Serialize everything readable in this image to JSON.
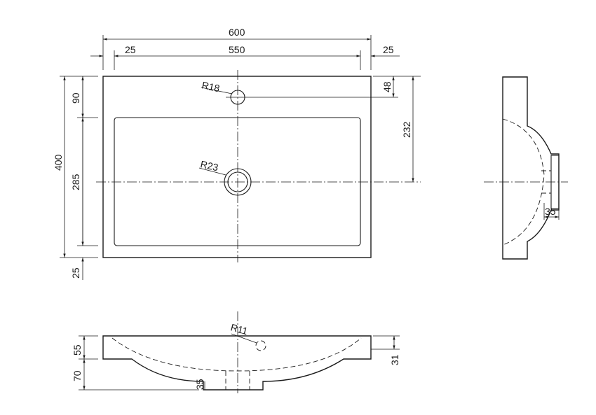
{
  "top_view": {
    "width_overall": "600",
    "width_inner": "550",
    "margin_left": "25",
    "margin_right": "25",
    "height_overall": "400",
    "tap_offset": "90",
    "bowl_depth": "285",
    "front_margin": "25",
    "tap_hole_radius": "R18",
    "drain_radius": "R23",
    "tap_to_rim": "48",
    "drain_to_back": "232"
  },
  "side_view": {
    "outlet_length": "35"
  },
  "front_view": {
    "rim_thickness": "55",
    "bowl_below_rim": "70",
    "overflow_radius": "R11",
    "overflow_height": "31",
    "outlet_height": "35"
  },
  "colors": {
    "line": "#1a1a1a",
    "background": "#ffffff"
  }
}
